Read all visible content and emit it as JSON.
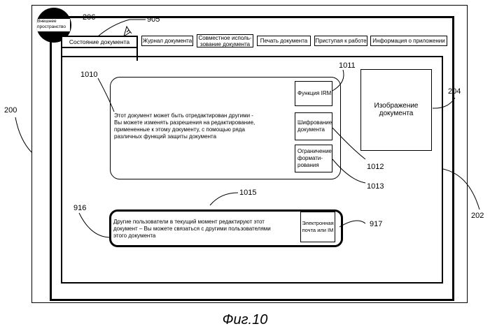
{
  "outer_space": {
    "label": "Внешнее\nпространство"
  },
  "tabs": [
    {
      "label": "Состояние документа"
    },
    {
      "label": "Журнал документа"
    },
    {
      "label": "Совместное исполь-\nзование документа"
    },
    {
      "label": "Печать документа"
    },
    {
      "label": "Приступая к работе"
    },
    {
      "label": "Информация о приложении"
    }
  ],
  "status_panel": {
    "text": "Этот документ может быть отредактирован другими -\nВы можете изменять разрешения на редактирование,\nпримененные к этому документу, с помощью ряда\nразличных функций защиты документа",
    "buttons": [
      {
        "label": "Функция IRM"
      },
      {
        "label": "Шифрование\nдокумента"
      },
      {
        "label": "Ограничение\nформати-\nрования"
      }
    ]
  },
  "preview": {
    "label": "Изображение\nдокумента"
  },
  "users_panel": {
    "text": "Другие пользователи в текущий момент редактируют этот\nдокумент – Вы можете связаться с другими пользователями\nэтого документа",
    "contact_button": "Электронная\nпочта или IM"
  },
  "refs": {
    "r200": "200",
    "r202": "202",
    "r204": "204",
    "r206": "206",
    "r905": "905",
    "r916": "916",
    "r917": "917",
    "r1010": "1010",
    "r1011": "1011",
    "r1012": "1012",
    "r1013": "1013",
    "r1015": "1015"
  },
  "caption": "Фиг.10"
}
